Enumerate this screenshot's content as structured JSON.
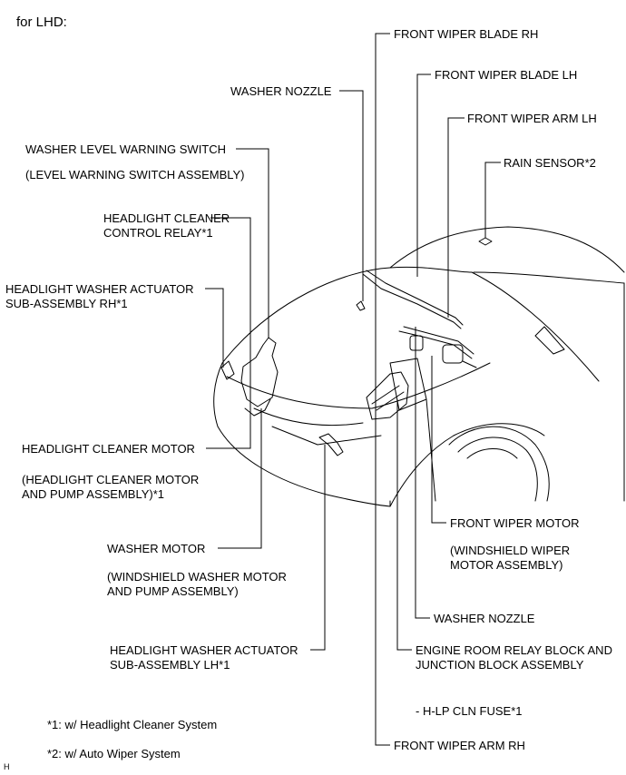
{
  "header": "for LHD:",
  "labels": {
    "front_wiper_blade_rh": "FRONT WIPER BLADE RH",
    "front_wiper_blade_lh": "FRONT WIPER BLADE LH",
    "front_wiper_arm_lh": "FRONT WIPER ARM LH",
    "rain_sensor": "RAIN SENSOR*2",
    "washer_nozzle_top": "WASHER NOZZLE",
    "washer_level_switch": "WASHER LEVEL WARNING SWITCH",
    "washer_level_switch_sub": "(LEVEL WARNING SWITCH ASSEMBLY)",
    "hl_cleaner_relay_1": "HEADLIGHT CLEANER",
    "hl_cleaner_relay_2": "CONTROL RELAY*1",
    "hl_washer_rh_1": "HEADLIGHT WASHER ACTUATOR",
    "hl_washer_rh_2": "SUB-ASSEMBLY RH*1",
    "hl_cleaner_motor": "HEADLIGHT CLEANER MOTOR",
    "hl_cleaner_motor_sub_1": "(HEADLIGHT CLEANER MOTOR",
    "hl_cleaner_motor_sub_2": "AND PUMP ASSEMBLY)*1",
    "washer_motor": "WASHER MOTOR",
    "washer_motor_sub_1": "(WINDSHIELD WASHER MOTOR",
    "washer_motor_sub_2": "AND PUMP ASSEMBLY)",
    "hl_washer_lh_1": "HEADLIGHT WASHER ACTUATOR",
    "hl_washer_lh_2": "SUB-ASSEMBLY LH*1",
    "front_wiper_motor": "FRONT WIPER MOTOR",
    "front_wiper_motor_sub_1": "(WINDSHIELD WIPER",
    "front_wiper_motor_sub_2": "MOTOR ASSEMBLY)",
    "washer_nozzle_bottom": "WASHER NOZZLE",
    "relay_block_1": "ENGINE ROOM RELAY BLOCK AND",
    "relay_block_2": "JUNCTION BLOCK ASSEMBLY",
    "hlp_fuse": "- H-LP CLN FUSE*1",
    "front_wiper_arm_rh": "FRONT WIPER ARM RH"
  },
  "footnotes": {
    "note1": "*1: w/ Headlight Cleaner System",
    "note2": "*2: w/ Auto Wiper System"
  },
  "figure_code": "H"
}
